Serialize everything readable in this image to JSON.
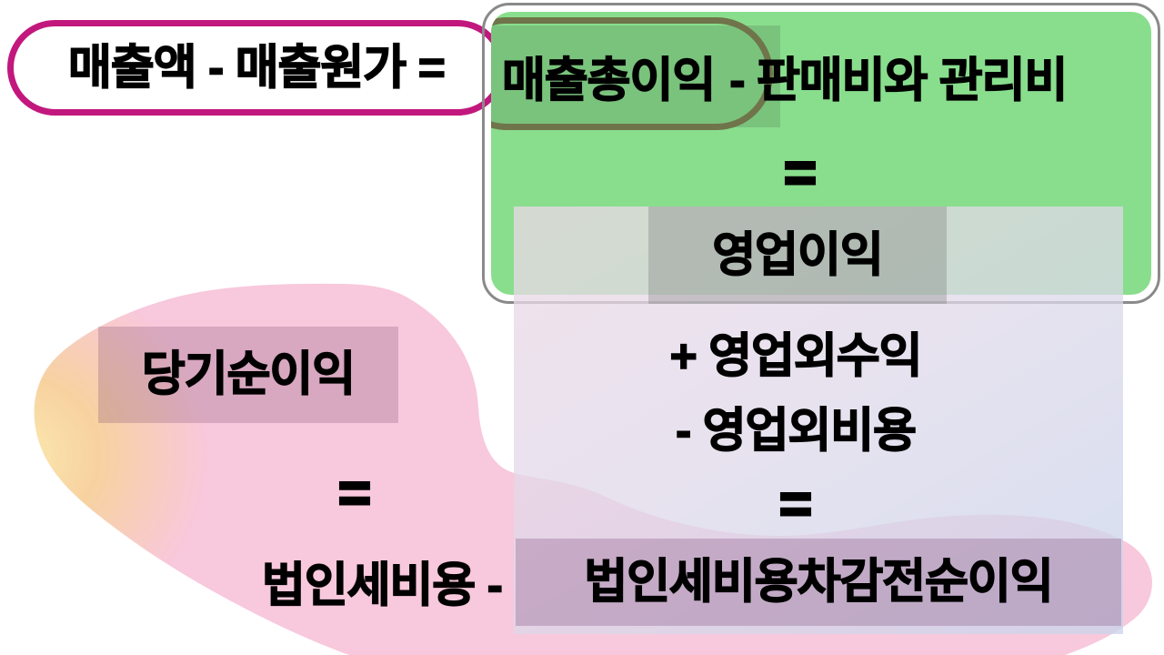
{
  "top_formula": {
    "text": "매출액 - 매출원가 ="
  },
  "green_box": {
    "gross_profit": "매출총이익",
    "minus_sga": "- 판매비와 관리비",
    "equals": "=",
    "operating_profit": "영업이익"
  },
  "middle_panel": {
    "plus_nonop_income": "+ 영업외수익",
    "minus_nonop_expense": "- 영업외비용",
    "equals": "="
  },
  "bottom_row": {
    "tax_expense_label": "법인세비용 -",
    "pretax_income": "법인세비용차감전순이익"
  },
  "left_group": {
    "net_income": "당기순이익",
    "equals": "="
  },
  "colors": {
    "magenta": "#C2187E",
    "box-border": "#8A8A8A",
    "green": "#89DE8D",
    "olive": "#70744A",
    "blob-pink": "#F8C8DC",
    "blob-orange": "#F7D2A0",
    "blob-yellow": "#FBE7AE",
    "panel-top": "rgba(236,216,229,0.77)",
    "panel-bottom": "rgba(202,213,236,0.78)",
    "tint-gross": "rgba(55,70,55,0.18)",
    "tint-op": "rgba(110,112,110,0.30)",
    "tint-net": "rgba(105,50,95,0.22)",
    "tint-pretax": "rgba(120,60,110,0.27)"
  }
}
